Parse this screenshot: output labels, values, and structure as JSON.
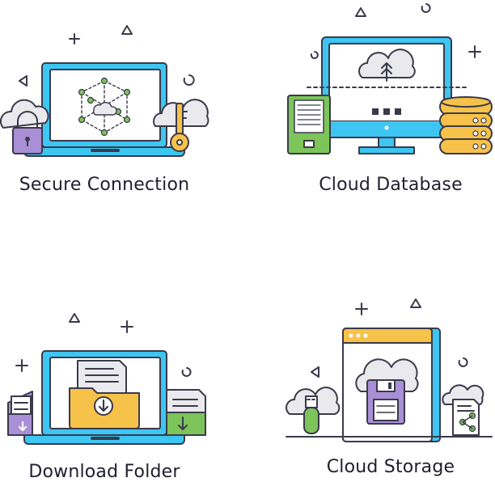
{
  "icons": [
    {
      "id": "secure-connection",
      "label": "Secure Connection"
    },
    {
      "id": "cloud-database",
      "label": "Cloud Database"
    },
    {
      "id": "download-folder",
      "label": "Download Folder"
    },
    {
      "id": "cloud-storage",
      "label": "Cloud Storage"
    }
  ],
  "colors": {
    "outline": "#3a3a4a",
    "screen_blue": "#3ec6f3",
    "yellow": "#f7c24a",
    "green": "#7dc45a",
    "purple": "#a98fd6",
    "light_gray": "#e9e9ee"
  }
}
